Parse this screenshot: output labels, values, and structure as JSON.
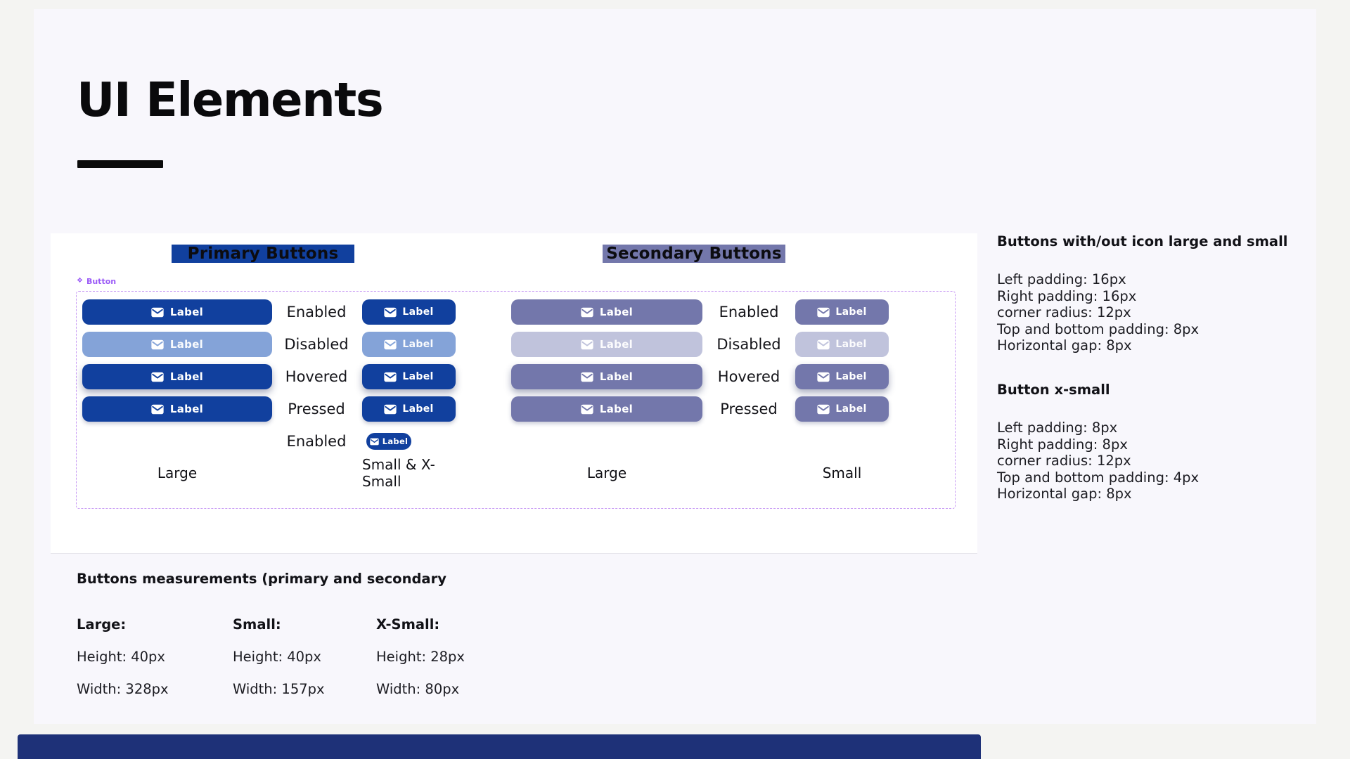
{
  "page": {
    "title": "UI Elements"
  },
  "panel": {
    "primary_header": "Primary Buttons",
    "secondary_header": "Secondary Buttons",
    "component_label": "Button",
    "component_icon": "diamond-component-icon",
    "button_label": "Label",
    "button_icon": "mail-icon",
    "rows": [
      {
        "state": "Enabled",
        "variant": "enabled"
      },
      {
        "state": "Disabled",
        "variant": "disabled"
      },
      {
        "state": "Hovered",
        "variant": "hovered"
      },
      {
        "state": "Pressed",
        "variant": "pressed"
      }
    ],
    "xsmall_state": "Enabled",
    "captions": {
      "primary_large": "Large",
      "primary_small": "Small & X-Small",
      "secondary_large": "Large",
      "secondary_small": "Small"
    }
  },
  "right_panel": {
    "heading1": "Buttons with/out icon large and small",
    "lines1": [
      "Left padding: 16px",
      "Right padding: 16px",
      "corner radius: 12px",
      "Top and bottom padding: 8px",
      "Horizontal gap: 8px"
    ],
    "heading2": "Button x-small",
    "lines2": [
      "Left padding: 8px",
      "Right padding: 8px",
      "corner radius: 12px",
      "Top and bottom padding: 4px",
      "Horizontal gap: 8px"
    ]
  },
  "measurements": {
    "heading": "Buttons measurements (primary and secondary",
    "columns": [
      {
        "label": "Large:",
        "height": "Height: 40px",
        "width": "Width: 328px"
      },
      {
        "label": "Small:",
        "height": "Height: 40px",
        "width": "Width: 157px"
      },
      {
        "label": "X-Small:",
        "height": "Height: 28px",
        "width": "Width: 80px"
      }
    ]
  },
  "colors": {
    "primary": "#11409E",
    "primary_disabled": "#84A3D8",
    "secondary": "#7377AB",
    "secondary_disabled": "#C0C3DC",
    "accent_purple": "#9B5BF7",
    "dash_purple": "#C89BF4",
    "navy_bar": "#1E3178",
    "canvas_bg": "#F8F7FC",
    "panel_bg": "#FFFFFF"
  }
}
